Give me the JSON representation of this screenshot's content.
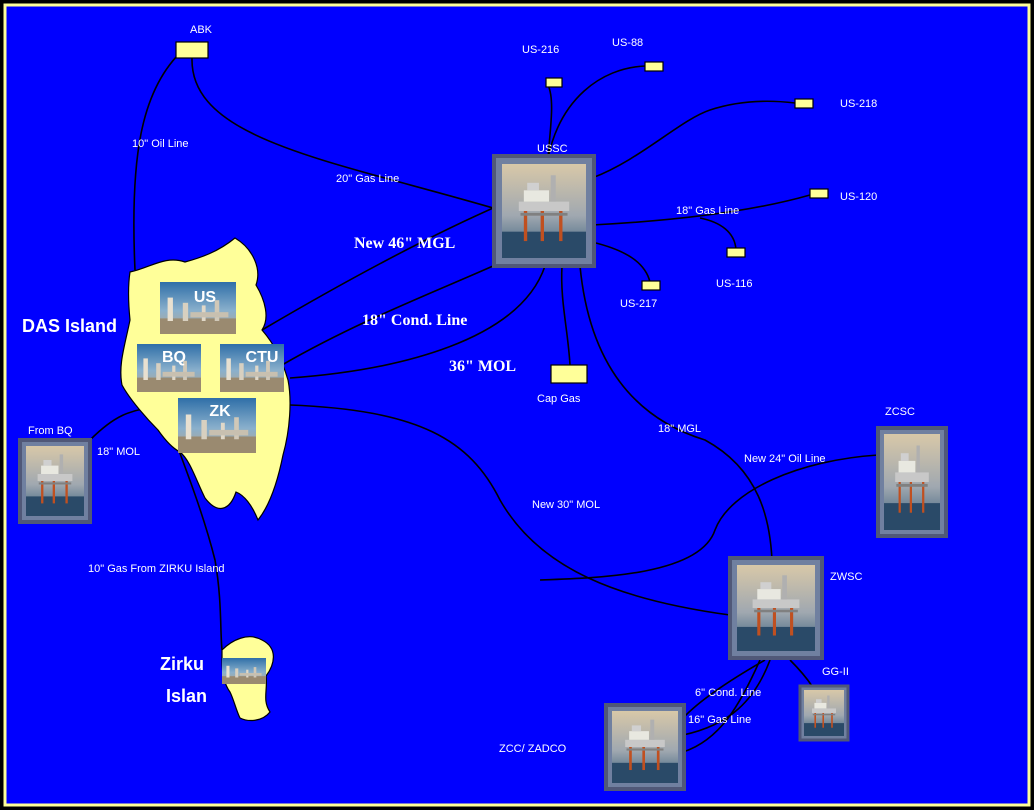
{
  "colors": {
    "background": "#0000ff",
    "border": "#ffff99",
    "island": "#ffff99",
    "node": "#ffff99",
    "pipeline": "#000000",
    "label": "#ffffff"
  },
  "islands": {
    "das": "DAS Island",
    "zirku_line1": "Zirku",
    "zirku_line2": "Islan"
  },
  "plants": {
    "us": "US",
    "bq": "BQ",
    "ctu": "CTU",
    "zk": "ZK"
  },
  "nodes": {
    "abk": "ABK",
    "us216": "US-216",
    "us88": "US-88",
    "us218": "US-218",
    "us120": "US-120",
    "us116": "US-116",
    "us217": "US-217",
    "ussc": "USSC",
    "cap_gas": "Cap Gas",
    "zcsc": "ZCSC",
    "zwsc": "ZWSC",
    "gg2": "GG-II",
    "zcc": "ZCC/ ZADCO",
    "from_bq": "From BQ"
  },
  "pipelines": {
    "oil10": "10\" Oil Line",
    "gas20": "20\" Gas Line",
    "mgl46": "New 46\" MGL",
    "cond18": "18\" Cond. Line",
    "mol36": "36\" MOL",
    "gas18": "18\" Gas Line",
    "mgl18": "18\" MGL",
    "oil24": "New 24\" Oil Line",
    "mol30": "New 30\" MOL",
    "mol18": "18\" MOL",
    "gas10": "10\" Gas From ZIRKU Island",
    "cond6": "6\" Cond. Line",
    "gas16": "16\" Gas Line"
  }
}
